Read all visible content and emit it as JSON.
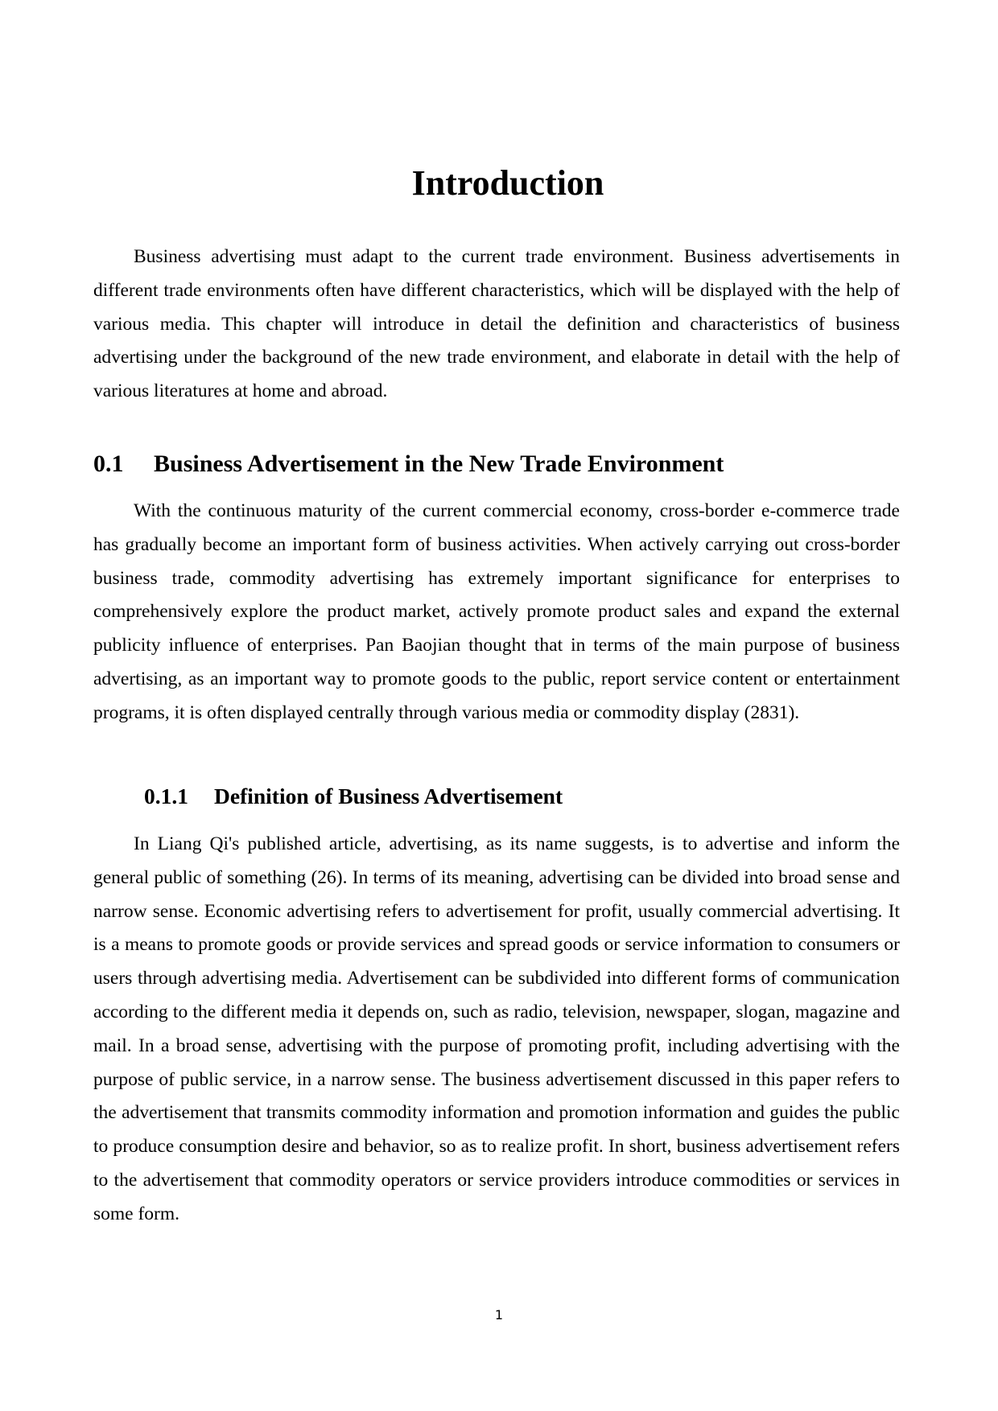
{
  "document": {
    "title": "Introduction",
    "intro_paragraph": "Business advertising must adapt to the current trade environment. Business advertisements in different trade environments often have different characteristics, which will be displayed with the help of various media. This chapter will introduce in detail the definition and characteristics of business advertising under the background of the new trade environment, and elaborate in detail with the help of various literatures at home and abroad.",
    "sections": [
      {
        "number": "0.1",
        "heading": "Business Advertisement in the New Trade Environment",
        "paragraphs": [
          "With the continuous maturity of the current commercial economy, cross-border e-commerce trade has gradually become an important form of business activities. When actively carrying out cross-border business trade, commodity advertising has extremely important significance for enterprises to comprehensively explore the product market, actively promote product sales and expand the external publicity influence of enterprises. Pan Baojian thought that in terms of the main purpose of business advertising, as an important way to promote goods to the public, report service content or entertainment programs, it is often displayed centrally through various media or commodity display (2831)."
        ],
        "subsections": [
          {
            "number": "0.1.1",
            "heading": "Definition of Business Advertisement",
            "paragraphs": [
              "In Liang Qi's published article, advertising, as its name suggests, is to advertise and inform the general public of something (26). In terms of its meaning, advertising can be divided into broad sense and narrow sense. Economic advertising refers to advertisement for profit, usually commercial advertising. It is a means to promote goods or provide services and spread goods or service information to consumers or users through advertising media. Advertisement can be subdivided into different forms of communication according to the different media it depends on, such as radio, television, newspaper, slogan, magazine and mail. In a broad sense, advertising with the purpose of promoting profit, including advertising with the purpose of public service, in a narrow sense. The business advertisement discussed in this paper refers to the advertisement that transmits commodity information and promotion information and guides the public to produce consumption desire and behavior, so as to realize profit. In short, business advertisement refers to the advertisement that commodity operators or service providers introduce commodities or services in some form."
            ]
          }
        ]
      }
    ],
    "page_number": "1"
  }
}
